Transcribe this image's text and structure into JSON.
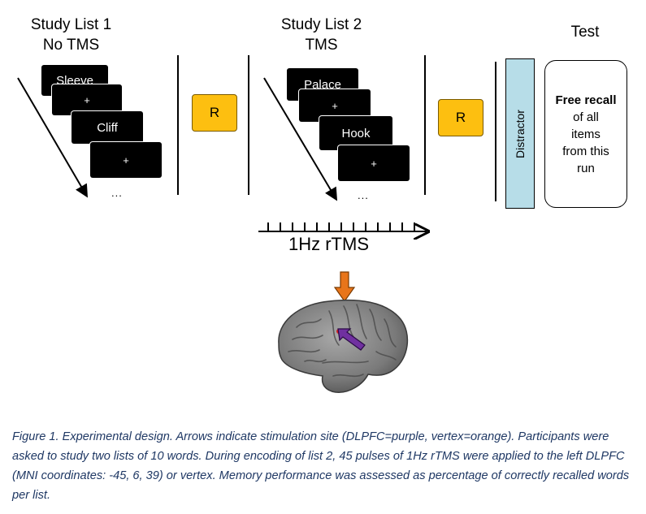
{
  "headers": {
    "list1_line1": "Study List 1",
    "list1_line2": "No TMS",
    "list2_line1": "Study List 2",
    "list2_line2": "TMS",
    "test": "Test"
  },
  "list1_cards": [
    "Sleeve",
    "+",
    "Cliff",
    "+"
  ],
  "list2_cards": [
    "Palace",
    "+",
    "Hook",
    "+"
  ],
  "ellipsis": "...",
  "response_label": "R",
  "distractor_label": "Distractor",
  "test_box": {
    "line1": "Free recall",
    "line2": "of all",
    "line3": "items",
    "line4": "from this",
    "line5": "run"
  },
  "rtms_label": "1Hz rTMS",
  "colors": {
    "response_box": "#fdbf10",
    "distractor_box": "#b7dde8",
    "vertex_arrow": "#e8751a",
    "dlpfc_arrow": "#7030a0",
    "caption_text": "#1f3864"
  },
  "icons": [
    "brain-image",
    "orange-down-arrow-icon",
    "purple-diagonal-arrow-icon"
  ],
  "caption": "Figure 1. Experimental design. Arrows indicate stimulation site (DLPFC=purple, vertex=orange). Participants were asked to study two lists of 10 words. During encoding of list 2, 45 pulses of 1Hz rTMS were applied to the left DLPFC (MNI coordinates: -45, 6, 39) or vertex. Memory performance was assessed as percentage of correctly recalled words per list."
}
